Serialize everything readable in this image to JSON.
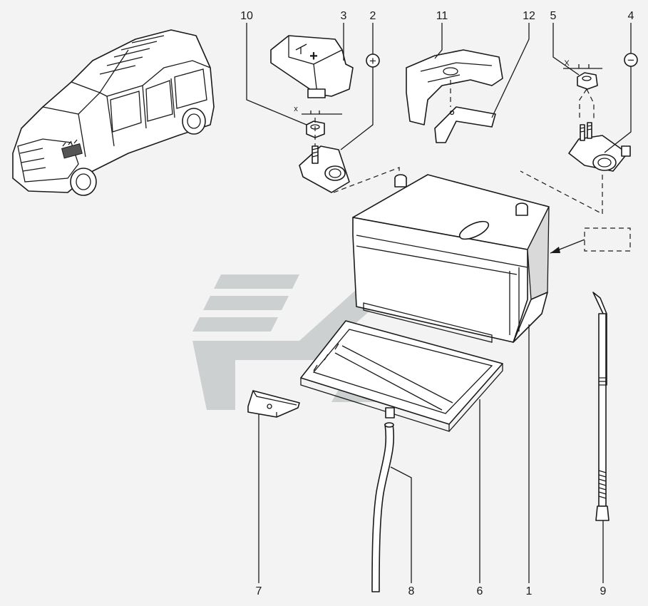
{
  "callouts": [
    {
      "id": "10",
      "label": "10"
    },
    {
      "id": "3",
      "label": "3"
    },
    {
      "id": "2",
      "label": "2"
    },
    {
      "id": "11",
      "label": "11"
    },
    {
      "id": "12",
      "label": "12"
    },
    {
      "id": "5",
      "label": "5"
    },
    {
      "id": "4",
      "label": "4"
    },
    {
      "id": "7",
      "label": "7"
    },
    {
      "id": "8",
      "label": "8"
    },
    {
      "id": "6",
      "label": "6"
    },
    {
      "id": "1",
      "label": "1"
    },
    {
      "id": "9",
      "label": "9"
    }
  ],
  "symbols": {
    "plus": "+",
    "minus": "−",
    "cap_plus": "+",
    "torque_left": "x",
    "torque_right": "X"
  },
  "colors": {
    "line": "#1a1a1a",
    "background": "#f3f3f3",
    "watermark": "#bfc4c6"
  }
}
